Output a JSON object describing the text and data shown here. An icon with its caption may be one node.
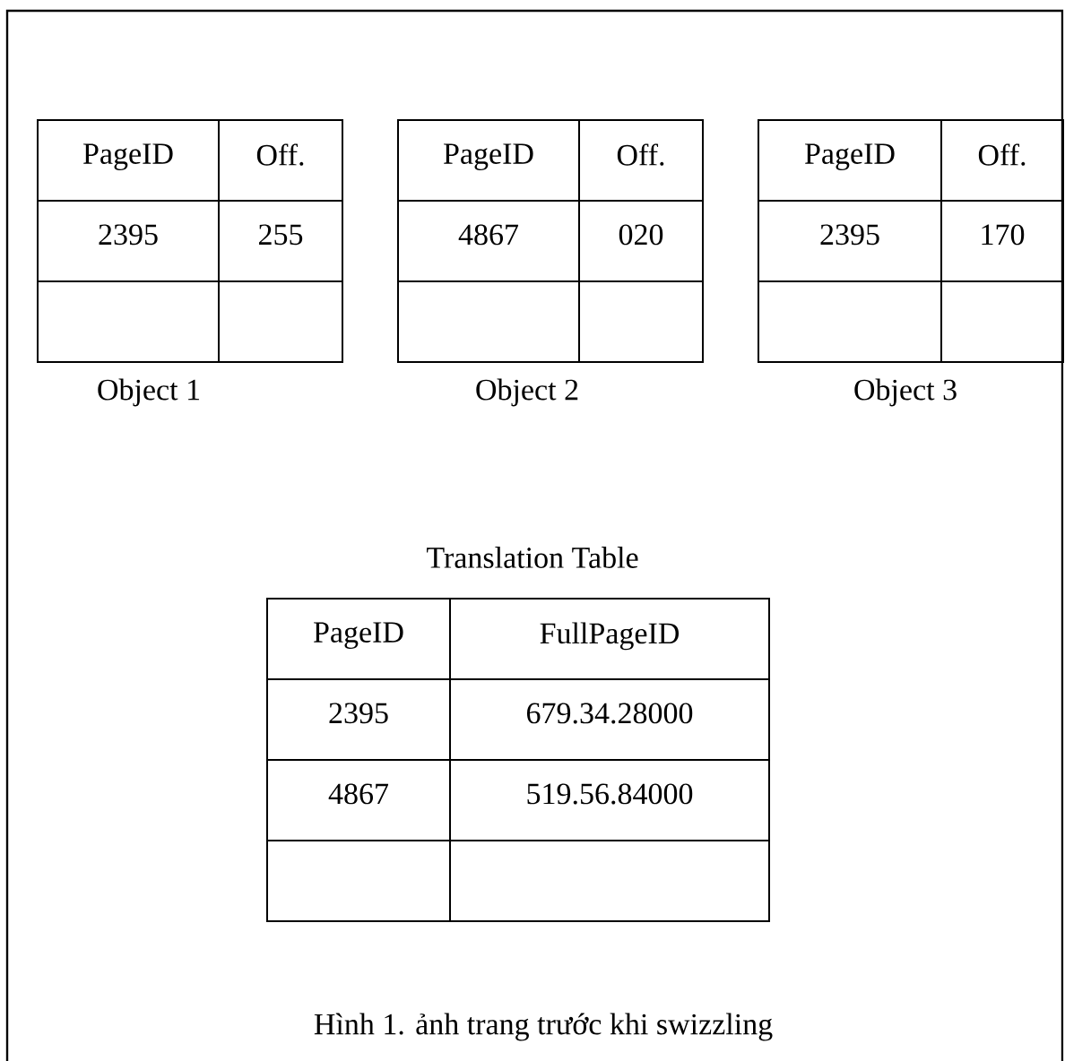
{
  "diagram": {
    "caption": "Hình 1. ảnh trang trước khi swizzling",
    "labels": [
      "PageID",
      "Off.",
      "2395",
      "255",
      "PageID",
      "Off.",
      "4867",
      "020",
      "PageID",
      "Off.",
      "2395",
      "170",
      "Object 1",
      "Object 2",
      "Object 3",
      "Translation Table",
      "PageID",
      "FullPageID",
      "2395",
      "679.34.28000",
      "4867",
      "519.56.84000"
    ]
  }
}
